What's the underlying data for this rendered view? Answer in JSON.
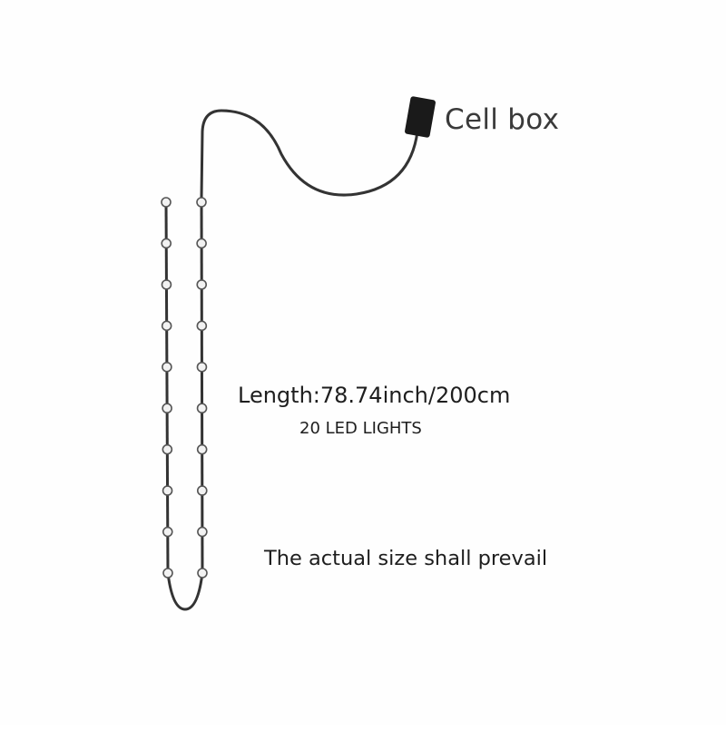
{
  "labels": {
    "cell_box": "Cell box",
    "length": "Length:78.74inch/200cm",
    "led_count": "20 LED LIGHTS",
    "disclaimer": "The actual size shall prevail"
  },
  "diagram": {
    "led_total": 20,
    "colors": {
      "wire": "#333333",
      "box": "#1a1a1a",
      "bead_fill": "#f2f2f2",
      "bead_stroke": "#555555"
    }
  }
}
